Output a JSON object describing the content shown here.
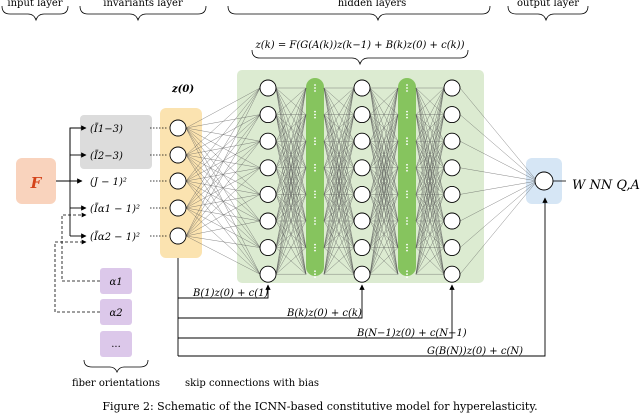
{
  "sections": {
    "input_layer": "input layer",
    "invariants_layer": "invariants layer",
    "hidden_layers": "hidden layers",
    "output_layer": "output layer"
  },
  "input": {
    "label": "F"
  },
  "formula_top": "z(k) = F(G(A(k))z(k−1) + B(k)z(0) + c(k))",
  "z0_label": "z(0)",
  "invariants": [
    "(Ī1−3)",
    "(Ī2−3)",
    "(J − 1)²",
    "(Īα1 − 1)²",
    "(Īα2 − 1)²"
  ],
  "fibers": {
    "items": [
      "α1",
      "α2",
      "..."
    ],
    "caption": "fiber orientations"
  },
  "skip": {
    "labels": [
      "B(1)z(0) + c(1)",
      "B(k)z(0) + c(k)",
      "B(N−1)z(0) + c(N−1)",
      "G(B(N))z(0) + c(N)"
    ],
    "caption": "skip connections with bias"
  },
  "output": {
    "label": "W NN Q,A (F)"
  },
  "figure_caption": "Figure  2: Schematic of the ICNN-based constitutive model for hyperelasticity.",
  "colors": {
    "input_box": "#f9d3bd",
    "input_text": "#d4431a",
    "invariants_box": "#dcdcdc",
    "z0_box": "#fbe3b0",
    "hidden_bg": "#dcebd1",
    "dots_bar": "#86c45e",
    "fiber_box": "#dcc8ea",
    "output_box": "#d6e6f5"
  },
  "icons": [
    "brace-over-section",
    "neuron-circle",
    "ellipsis-dots",
    "arrow"
  ]
}
